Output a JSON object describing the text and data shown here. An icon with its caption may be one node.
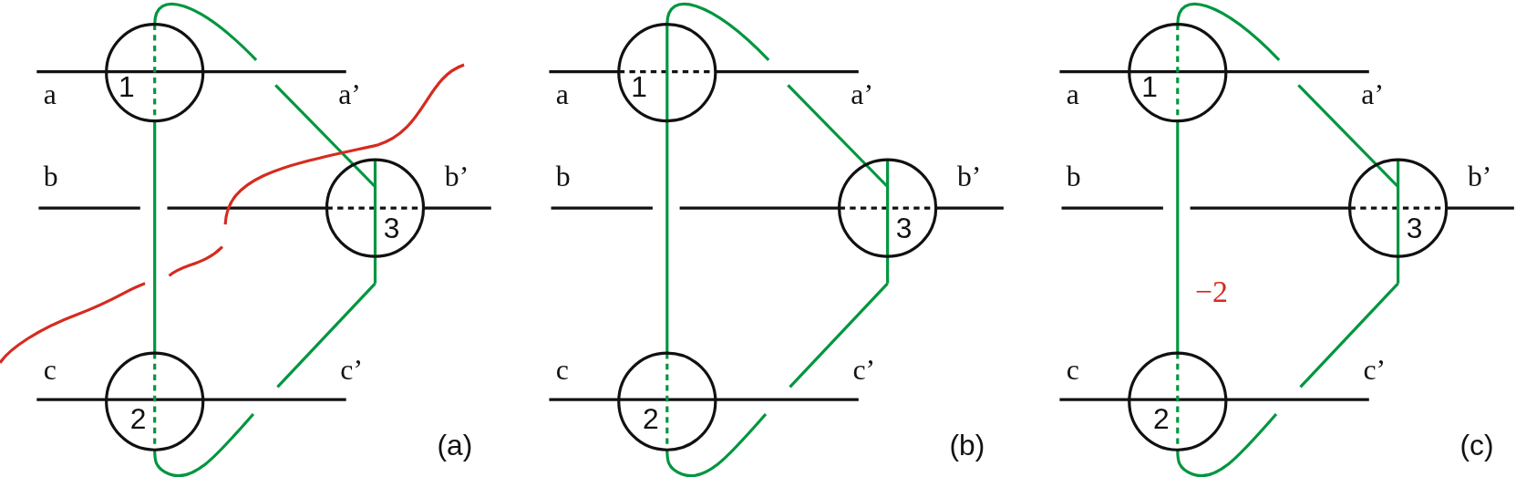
{
  "diagram": {
    "nodes": [
      {
        "text": [
          "1"
        ]
      },
      {
        "text": [
          "3"
        ]
      },
      {
        "text": [
          "2"
        ]
      },
      {
        "text": [
          "1"
        ]
      },
      {
        "text": [
          "3"
        ]
      },
      {
        "text": [
          "2"
        ]
      },
      {
        "text": [
          "1"
        ]
      },
      {
        "text": [
          "3"
        ]
      },
      {
        "text": [
          "2"
        ]
      }
    ],
    "labels": [
      "a",
      "a’",
      "b",
      "b’",
      "c",
      "c’",
      "(a)",
      "a",
      "a’",
      "b",
      "b’",
      "c",
      "c’",
      "(b)",
      "a",
      "a’",
      "b",
      "b’",
      "−2",
      "c",
      "c’",
      "(c)"
    ]
  }
}
